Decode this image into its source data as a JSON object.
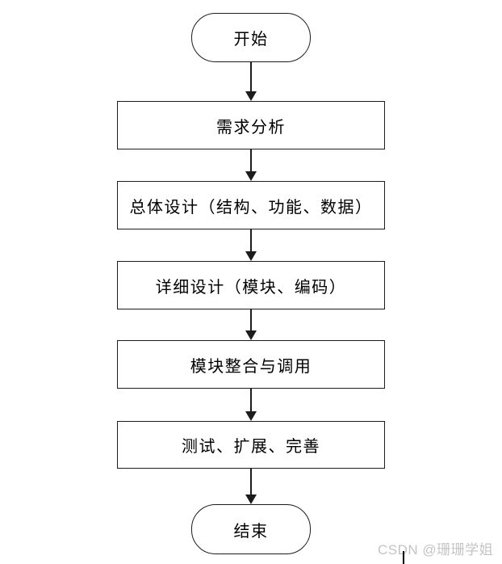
{
  "page": {
    "background": "#ffffff",
    "type": "flowchart"
  },
  "colors": {
    "shape_border": "#1c1c1c",
    "shape_fill": "#ffffff",
    "text": "#000000",
    "arrow": "#1c1c1c",
    "watermark": "#c4c4c4"
  },
  "flowchart": {
    "nodes": [
      {
        "id": "start",
        "type": "terminator",
        "label": "开始"
      },
      {
        "id": "requirements",
        "type": "process",
        "label": "需求分析"
      },
      {
        "id": "overall-design",
        "type": "process",
        "label": "总体设计（结构、功能、数据）"
      },
      {
        "id": "detailed-design",
        "type": "process",
        "label": "详细设计（模块、编码）"
      },
      {
        "id": "module-integration",
        "type": "process",
        "label": "模块整合与调用"
      },
      {
        "id": "testing",
        "type": "process",
        "label": "测试、扩展、完善"
      },
      {
        "id": "end",
        "type": "terminator",
        "label": "结束"
      }
    ],
    "edges": [
      {
        "from": "start",
        "to": "requirements"
      },
      {
        "from": "requirements",
        "to": "overall-design"
      },
      {
        "from": "overall-design",
        "to": "detailed-design"
      },
      {
        "from": "detailed-design",
        "to": "module-integration"
      },
      {
        "from": "module-integration",
        "to": "testing"
      },
      {
        "from": "testing",
        "to": "end"
      }
    ]
  },
  "watermark": {
    "text": "CSDN @珊珊学姐"
  }
}
